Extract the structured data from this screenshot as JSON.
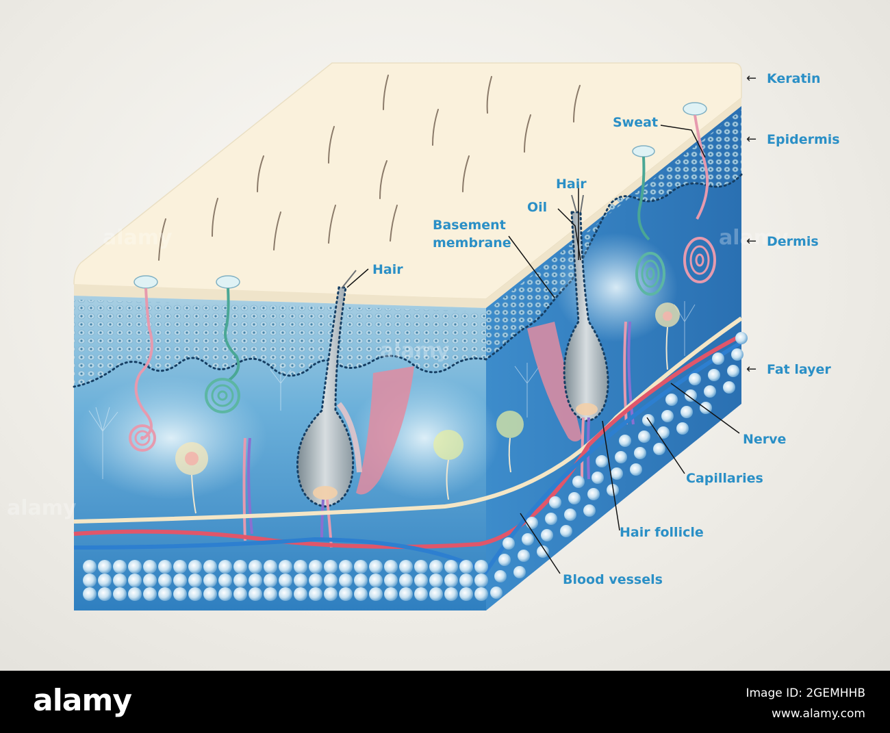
{
  "labels": {
    "keratin": "Keratin",
    "epidermis": "Epidermis",
    "dermis": "Dermis",
    "fat_layer": "Fat layer",
    "sweat": "Sweat",
    "hair_top": "Hair",
    "oil": "Oil",
    "basement_line1": "Basement",
    "basement_line2": "membrane",
    "hair_left": "Hair",
    "nerve": "Nerve",
    "capillaries": "Capillaries",
    "hair_follicle": "Hair follicle",
    "blood_vessels": "Blood vessels"
  },
  "watermark": {
    "text": "alamy"
  },
  "footer": {
    "logo": "alamy",
    "image_id": "Image ID: 2GEMHHB",
    "site": "www.alamy.com"
  },
  "colors": {
    "keratin_surface": "#faf1dc",
    "epidermis": "#8fc0d9",
    "dermis": "#3d8fca",
    "label": "#2a8fc6",
    "artery": "#e0566a",
    "vein": "#2d7fd0",
    "nerve": "#f4e6c6"
  }
}
